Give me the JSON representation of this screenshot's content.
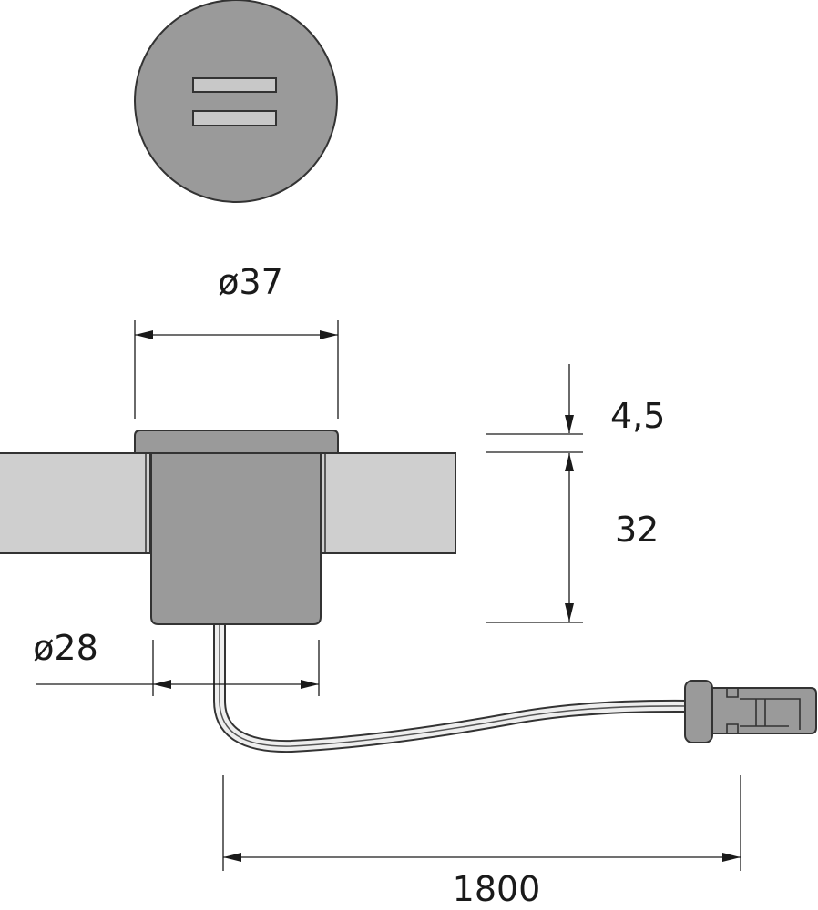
{
  "dimensions": {
    "flange_diameter": "ø37",
    "body_diameter": "ø28",
    "flange_height": "4,5",
    "body_height": "32",
    "cable_length": "1800"
  },
  "colors": {
    "part": "#9a9a9a",
    "panel": "#cfcfcf",
    "line": "#1a1a1a"
  }
}
